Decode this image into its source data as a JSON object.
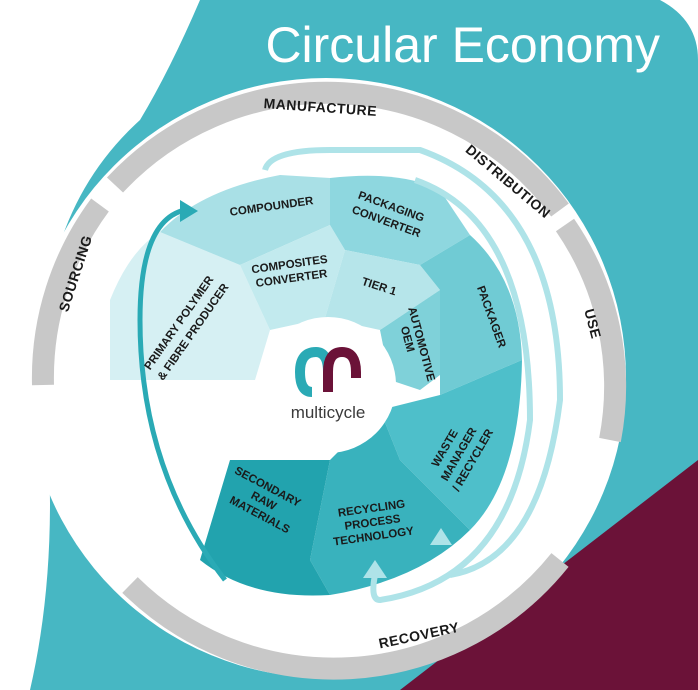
{
  "title": "Circular Economy",
  "stages": {
    "manufacture": "MANUFACTURE",
    "distribution": "DISTRIBUTION",
    "use": "USE",
    "recovery": "RECOVERY",
    "sourcing": "SOURCING"
  },
  "segments": {
    "compounder": [
      "COMPOUNDER"
    ],
    "packaging_converter": [
      "PACKAGING",
      "CONVERTER"
    ],
    "composites_converter": [
      "COMPOSITES",
      "CONVERTER"
    ],
    "tier1": [
      "TIER 1"
    ],
    "primary_polymer": [
      "PRIMARY POLYMER",
      "& FIBRE PRODUCER"
    ],
    "automotive_oem": [
      "AUTOMOTIVE",
      "OEM"
    ],
    "packager": [
      "PACKAGER"
    ],
    "waste_manager": [
      "WASTE",
      "MANAGER",
      "/ RECYCLER"
    ],
    "recycling_process": [
      "RECYCLING",
      "PROCESS",
      "TECHNOLOGY"
    ],
    "secondary_raw": [
      "SECONDARY",
      "RAW",
      "MATERIALS"
    ]
  },
  "logo": {
    "name": "multicycle",
    "icon": "multicycle-logo-icon"
  },
  "colors": {
    "teal_bg": "#47b7c3",
    "maroon_bg": "#6b1238",
    "ring_grey": "#c8c8c8",
    "arrow_teal": "#2aaab5",
    "arrow_light": "#aee3e8"
  }
}
